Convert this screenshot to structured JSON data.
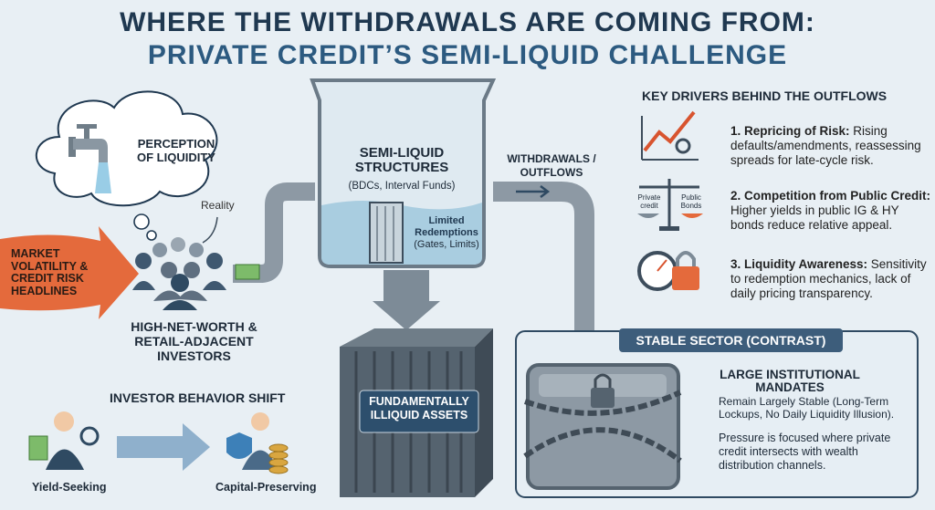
{
  "title": {
    "line1": "WHERE THE WITHDRAWALS ARE COMING FROM:",
    "line2": "PRIVATE CREDIT’S SEMI-LIQUID CHALLENGE"
  },
  "left": {
    "cloud_text": "PERCEPTION OF LIQUIDITY",
    "reality": "Reality",
    "arrow_text": "MARKET VOLATILITY & CREDIT RISK HEADLINES",
    "investors": "HIGH-NET-WORTH & RETAIL-ADJACENT INVESTORS",
    "shift_heading": "INVESTOR BEHAVIOR SHIFT",
    "from_label": "Yield-Seeking",
    "to_label": "Capital-Preserving"
  },
  "center": {
    "tank_title": "SEMI-LIQUID STRUCTURES",
    "tank_sub": "(BDCs, Interval Funds)",
    "gate_title": "Limited Redemptions",
    "gate_sub": "(Gates, Limits)",
    "crate_label": "FUNDAMENTALLY ILLIQUID ASSETS",
    "outflow_label": "WITHDRAWALS / OUTFLOWS"
  },
  "drivers": {
    "heading": "KEY DRIVERS BEHIND THE OUTFLOWS",
    "items": [
      {
        "title": "1. Repricing of Risk:",
        "text": " Rising defaults/amendments, reassessing spreads for late-cycle risk."
      },
      {
        "title": "2. Competition from Public Credit:",
        "text": " Higher yields in public IG & HY bonds reduce relative appeal.",
        "left_pan": "Private credit",
        "right_pan": "Public Bonds"
      },
      {
        "title": "3. Liquidity Awareness:",
        "text": " Sensitivity to redemption mechanics, lack of daily pricing transparency."
      }
    ]
  },
  "stable": {
    "header": "STABLE SECTOR (CONTRAST)",
    "title": "LARGE INSTITUTIONAL MANDATES",
    "text1": "Remain Largely Stable (Long-Term Lockups, No Daily Liquidity Illusion).",
    "text2": "Pressure is focused where private credit intersects with wealth distribution channels."
  },
  "colors": {
    "navy": "#1f3850",
    "orange": "#e46a3c",
    "steel": "#7d8b97",
    "water": "#b9d6e6"
  }
}
